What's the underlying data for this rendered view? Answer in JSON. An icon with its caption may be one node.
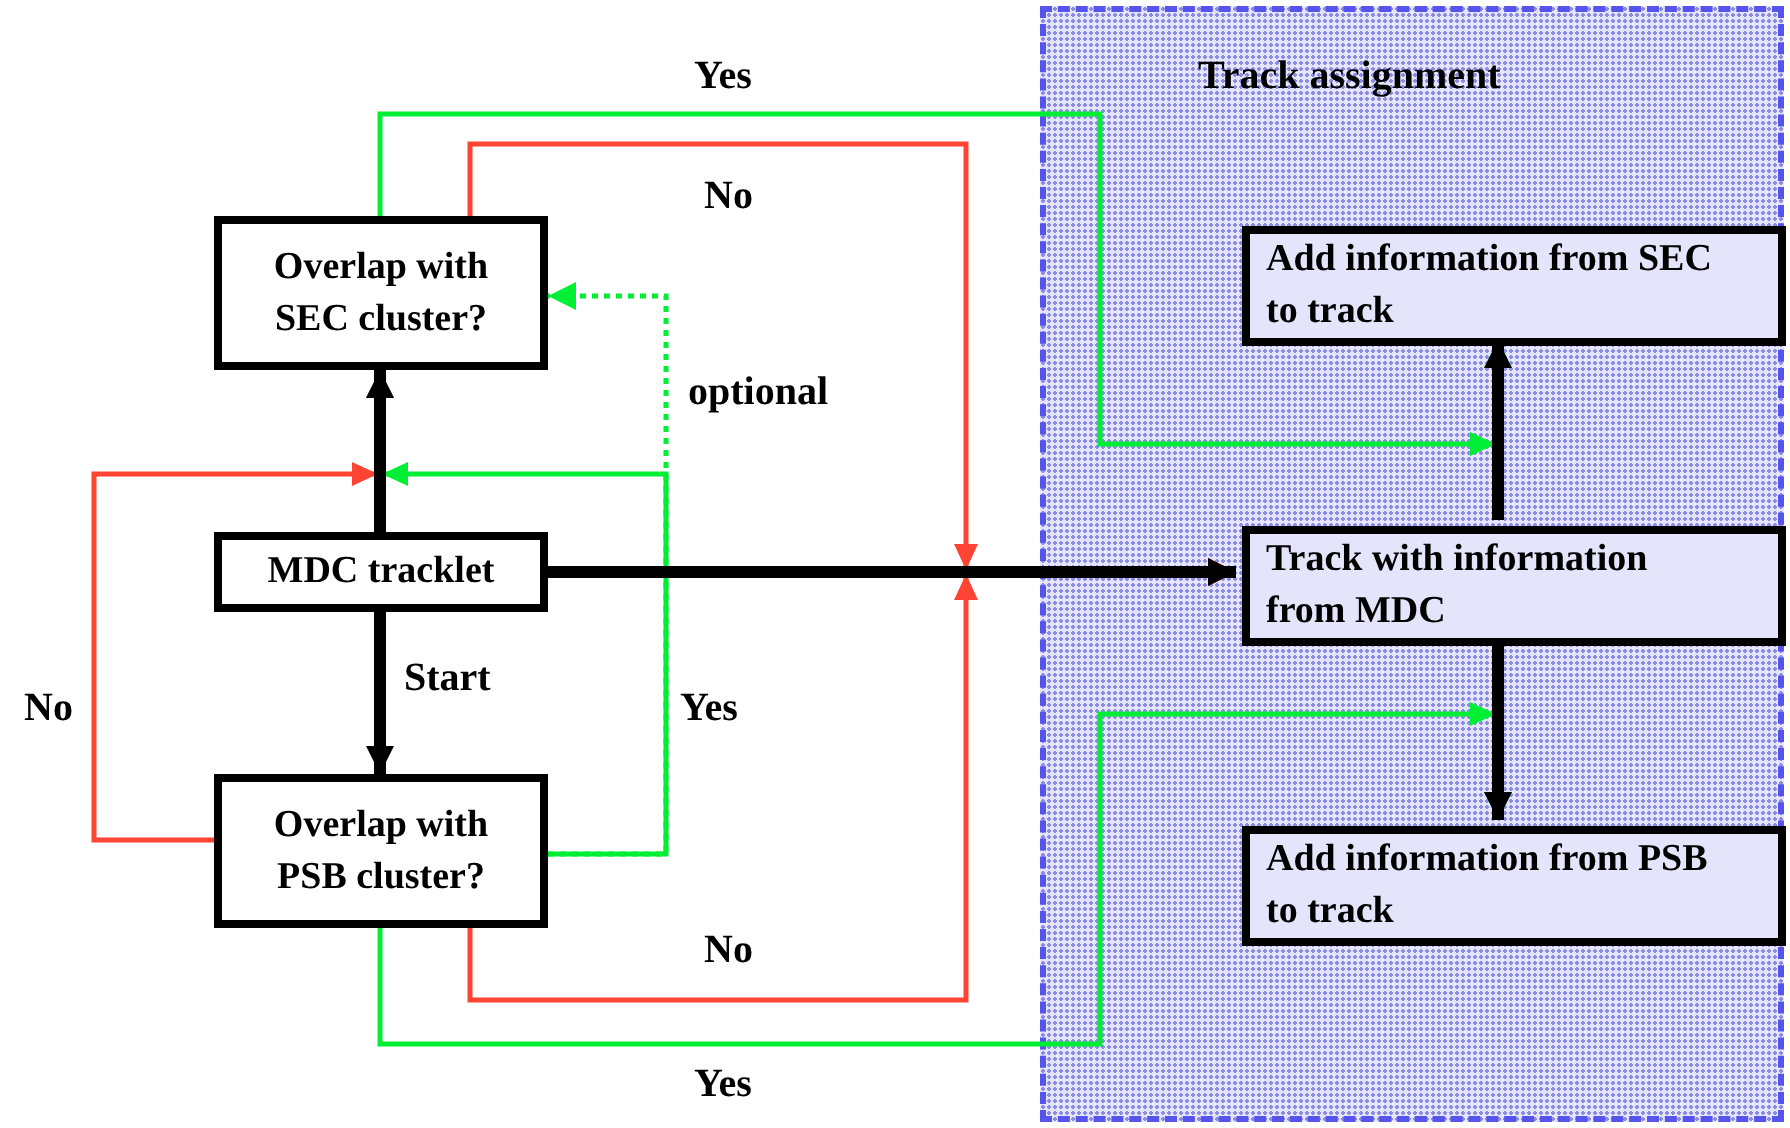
{
  "diagram": {
    "nodes": [
      {
        "text": [
          "Track assignment"
        ]
      },
      {
        "text": [
          "Overlap with SEC cluster?"
        ]
      },
      {
        "text": [
          "MDC tracklet"
        ]
      },
      {
        "text": [
          "Overlap with PSB cluster?"
        ]
      },
      {
        "text": [
          "Add information from SEC to track"
        ],
        "in": 0
      },
      {
        "text": [
          "Track with information from MDC"
        ],
        "in": 0
      },
      {
        "text": [
          "Add information from PSB to track"
        ],
        "in": 0
      }
    ],
    "edges": [
      {
        "from": 2,
        "to": 1,
        "arrow": "to",
        "style": "thick"
      },
      {
        "from": 2,
        "to": 3,
        "arrow": "to",
        "style": "thick",
        "label": "Start"
      },
      {
        "from": 2,
        "to": 5,
        "arrow": "to",
        "style": "thick"
      },
      {
        "from": 5,
        "to": 4,
        "arrow": "to",
        "style": "thick"
      },
      {
        "from": 5,
        "to": 6,
        "arrow": "to",
        "style": "thick"
      },
      {
        "from": 1,
        "to": 4,
        "arrow": "to",
        "label": "Yes",
        "color": "#00ee33"
      },
      {
        "from": 1,
        "to": 5,
        "arrow": "to",
        "label": "No",
        "color": "#ff4433"
      },
      {
        "from": 3,
        "to": 5,
        "arrow": "to",
        "label": "No",
        "color": "#ff4433"
      },
      {
        "from": 3,
        "to": 6,
        "arrow": "to",
        "label": "Yes",
        "color": "#00ee33"
      },
      {
        "from": 3,
        "to": 1,
        "arrow": "to",
        "label": "No",
        "color": "#ff4433"
      },
      {
        "from": 3,
        "to": 1,
        "arrow": "to",
        "label": "Yes",
        "color": "#00ee33"
      },
      {
        "from": 3,
        "to": 1,
        "arrow": "to",
        "label": "optional",
        "style": "dashed",
        "color": "#00ee33"
      }
    ]
  }
}
